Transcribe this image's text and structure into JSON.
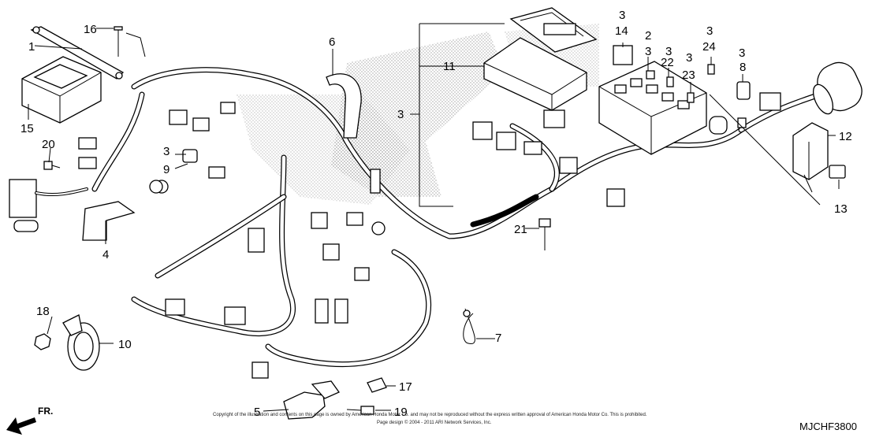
{
  "diagram_code": "MJCHF3800",
  "direction_label": "FR.",
  "copyright": [
    "Copyright of the illustration and contents on this page is owned by American Honda Motor Co. and may not be reproduced without the express written approval of American Honda Motor Co. This is prohibited.",
    "Page design © 2004 - 2011 ARI Network Services, Inc."
  ],
  "callouts": {
    "c1": "1",
    "c2": "2",
    "c3a": "3",
    "c3b": "3",
    "c3c": "3",
    "c3d": "3",
    "c3e": "3",
    "c3f": "3",
    "c3g": "3",
    "c4": "4",
    "c5": "5",
    "c6": "6",
    "c7": "7",
    "c8": "8",
    "c9": "9",
    "c10": "10",
    "c11": "11",
    "c12": "12",
    "c13": "13",
    "c14": "14",
    "c15": "15",
    "c16": "16",
    "c17": "17",
    "c18": "18",
    "c19": "19",
    "c20": "20",
    "c21": "21",
    "c22": "22",
    "c23": "23",
    "c24": "24"
  }
}
